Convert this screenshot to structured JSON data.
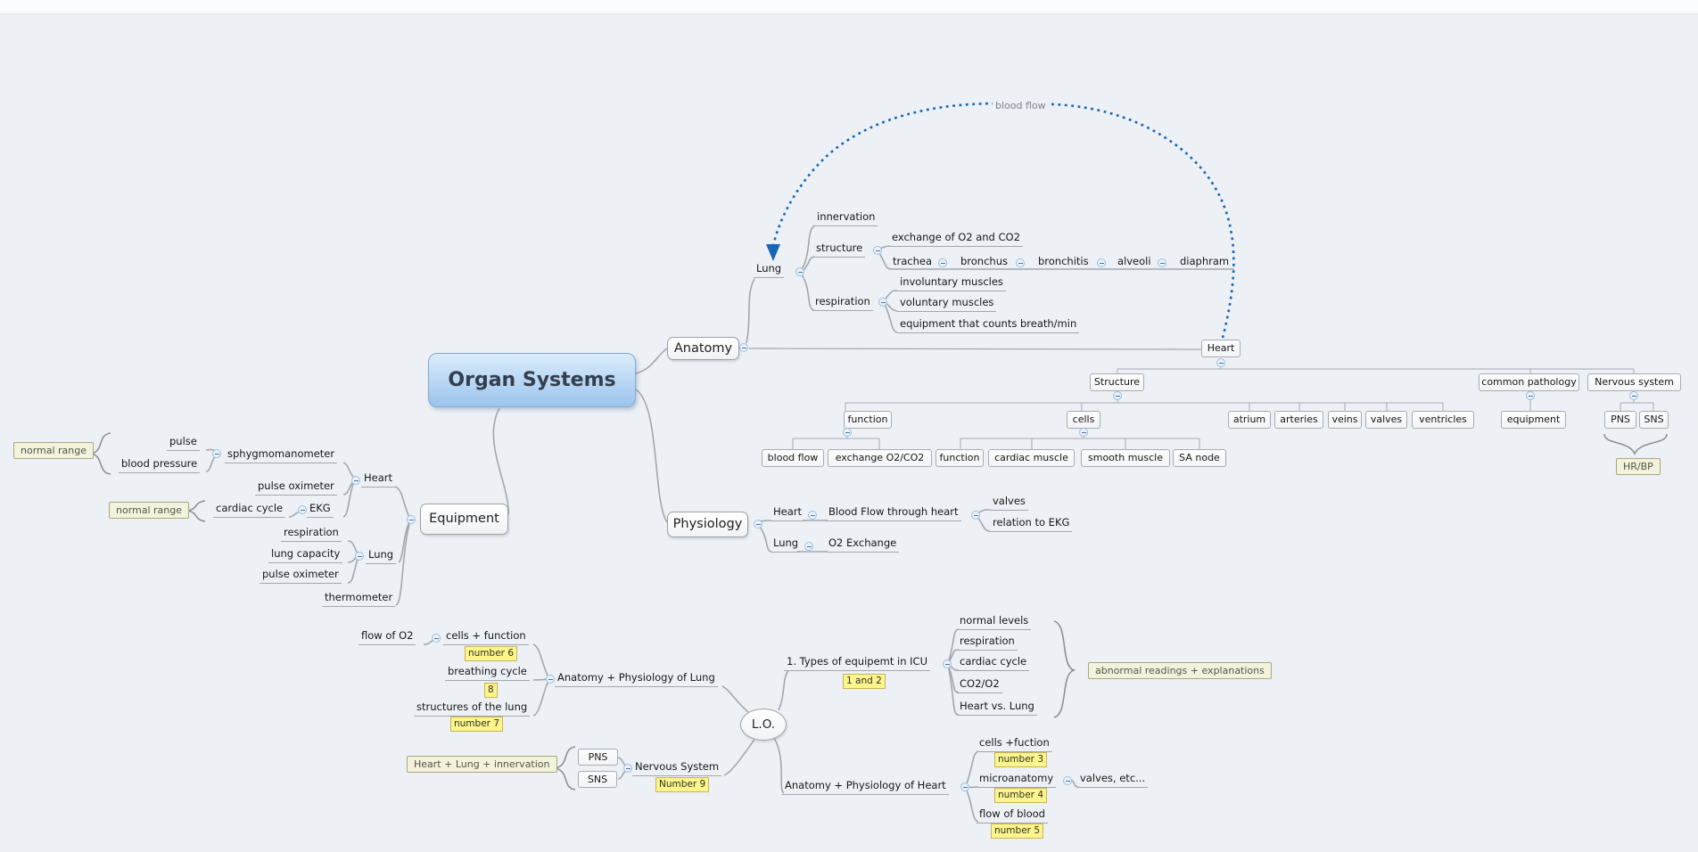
{
  "app": {
    "type": "mind-map",
    "background": "#edf1f6"
  },
  "colors": {
    "canvas_bg": "#edf1f6",
    "root_fill_top": "#daecfc",
    "root_fill_bottom": "#9cc4ed",
    "relationship_blue": "#1766b8",
    "branch_line": "#a2a7ae",
    "yellow_label_bg": "#fbf58c",
    "callout_bg": "#f3f2dd"
  },
  "root": {
    "label": "Organ Systems"
  },
  "relationship": {
    "label": "blood flow"
  },
  "anatomy": {
    "label": "Anatomy",
    "lung": {
      "label": "Lung",
      "innervation": "innervation",
      "structure": "structure",
      "exchange": "exchange of O2 and CO2",
      "chain": [
        "trachea",
        "bronchus",
        "bronchitis",
        "alveoli",
        "diaphram"
      ],
      "respiration": "respiration",
      "involuntary": "involuntary muscles",
      "voluntary": "voluntary muscles",
      "breath_counter": "equipment that counts breath/min"
    },
    "heart": {
      "label": "Heart",
      "structure": "Structure",
      "function": "function",
      "function_children": [
        "blood flow",
        "exchange O2/CO2"
      ],
      "cells": "cells",
      "cells_children": [
        "function",
        "cardiac muscle",
        "smooth muscle",
        "SA node"
      ],
      "parts": [
        "atrium",
        "arteries",
        "veins",
        "valves",
        "ventricles"
      ],
      "common_pathology": "common pathology",
      "equipment": "equipment",
      "nervous_system": "Nervous system",
      "pns": "PNS",
      "sns": "SNS",
      "hr_bp": "HR/BP"
    }
  },
  "physiology": {
    "label": "Physiology",
    "heart": "Heart",
    "blood_flow_through_heart": "Blood Flow through heart",
    "valves": "valves",
    "relation_to_ekg": "relation to EKG",
    "lung": "Lung",
    "o2_exchange": "O2 Exchange"
  },
  "equipment": {
    "label": "Equipment",
    "heart": "Heart",
    "sphygmomanometer": "sphygmomanometer",
    "pulse": "pulse",
    "blood_pressure": "blood pressure",
    "normal_range_bp": "normal range",
    "pulse_oximeter_heart": "pulse oximeter",
    "ekg": "EKG",
    "cardiac_cycle": "cardiac cycle",
    "normal_range_cardiac": "normal range",
    "lung": "Lung",
    "respiration": "respiration",
    "lung_capacity": "lung capacity",
    "pulse_oximeter_lung": "pulse oximeter",
    "thermometer": "thermometer"
  },
  "lo": {
    "label": "L.O.",
    "ap_lung": {
      "label": "Anatomy + Physiology of Lung",
      "cells_function": "cells + function",
      "flow_of_o2": "flow of O2",
      "number6": "number 6",
      "breathing_cycle": "breathing cycle",
      "number8": "8",
      "structures_of_lung": "structures of the lung",
      "number7": "number 7"
    },
    "icu": {
      "label": "1. Types of equipemt in ICU",
      "badge": "1 and 2",
      "items": [
        "normal levels",
        "respiration",
        "cardiac cycle",
        "CO2/O2",
        "Heart vs. Lung"
      ],
      "callout": "abnormal readings + explanations"
    },
    "nervous": {
      "label": "Nervous System",
      "badge": "Number 9",
      "pns": "PNS",
      "sns": "SNS",
      "callout": "Heart + Lung + innervation"
    },
    "ap_heart": {
      "label": "Anatomy + Physiology of Heart",
      "cells_fuction": "cells +fuction",
      "number3": "number 3",
      "microanatomy": "microanatomy",
      "valves_etc": "valves, etc...",
      "number4": "number 4",
      "flow_of_blood": "flow of blood",
      "number5": "number 5"
    }
  }
}
